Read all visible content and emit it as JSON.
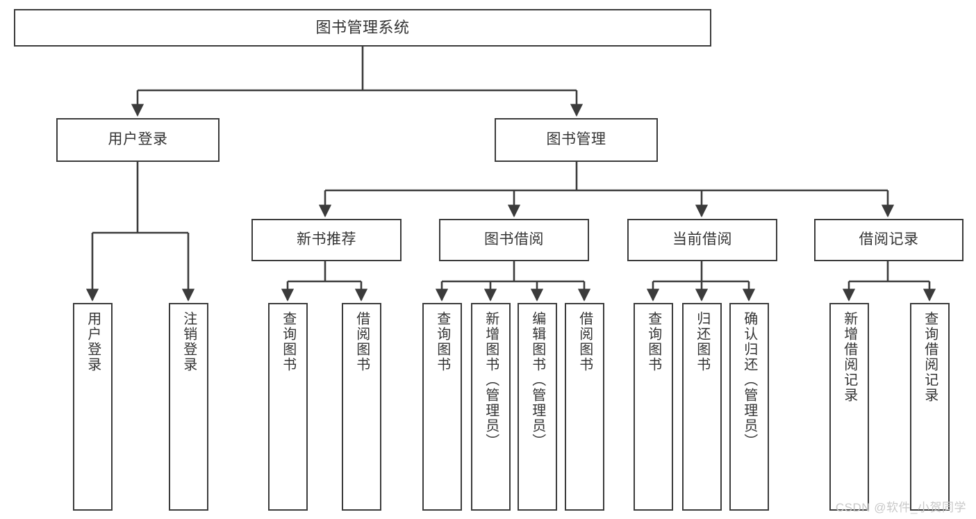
{
  "diagram": {
    "title": "图书管理系统",
    "type": "tree",
    "stroke_color": "#3b3b3b",
    "text_color": "#333333",
    "background_color": "#ffffff",
    "watermark": "CSDN @软件_小贺同学"
  },
  "nodes": {
    "root": {
      "label": "图书管理系统"
    },
    "level2": [
      {
        "label": "用户登录"
      },
      {
        "label": "图书管理"
      }
    ],
    "level3": [
      {
        "label": "新书推荐"
      },
      {
        "label": "图书借阅"
      },
      {
        "label": "当前借阅"
      },
      {
        "label": "借阅记录"
      }
    ],
    "leaves": {
      "user_login": [
        {
          "label": "用户登录"
        },
        {
          "label": "注销登录"
        }
      ],
      "new_book_recommend": [
        {
          "label": "查询图书"
        },
        {
          "label": "借阅图书"
        }
      ],
      "book_borrow": [
        {
          "label": "查询图书"
        },
        {
          "label": "新增图书（管理员）"
        },
        {
          "label": "编辑图书（管理员）"
        },
        {
          "label": "借阅图书"
        }
      ],
      "current_borrow": [
        {
          "label": "查询图书"
        },
        {
          "label": "归还图书"
        },
        {
          "label": "确认归还（管理员）"
        }
      ],
      "borrow_record": [
        {
          "label": "新增借阅记录"
        },
        {
          "label": "查询借阅记录"
        }
      ]
    }
  }
}
